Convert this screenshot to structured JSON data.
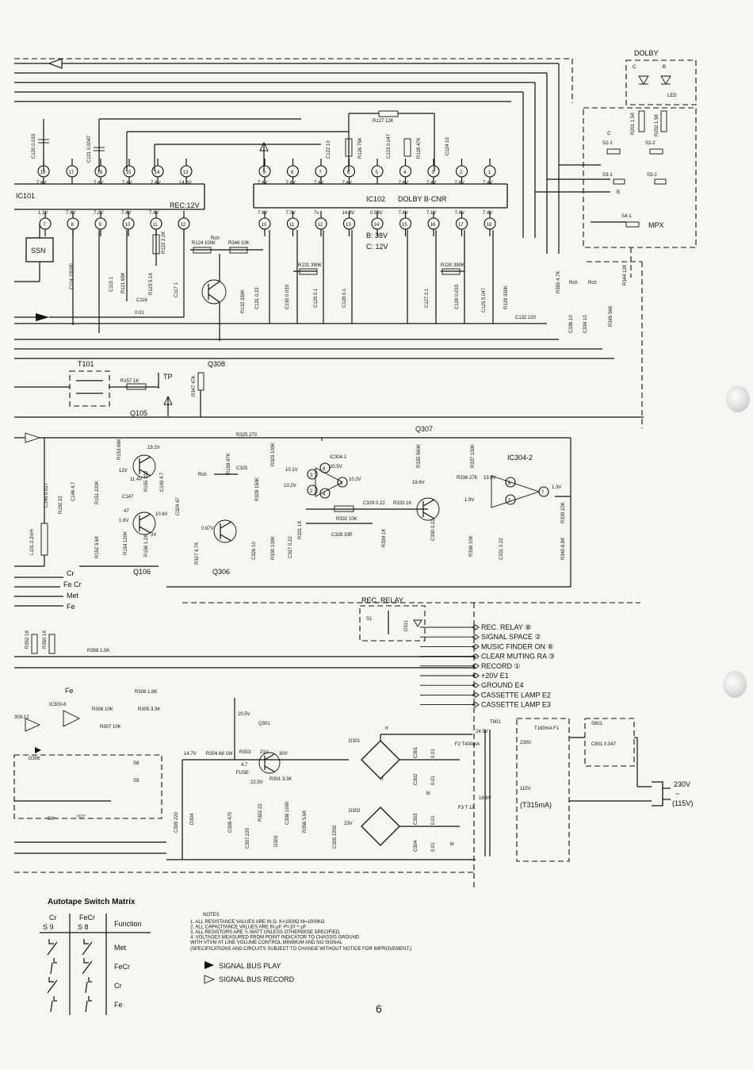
{
  "ic": {
    "ic101": "IC101",
    "ic102": "IC102",
    "ic102_name": "DOLBY B·CNR",
    "ic304_1": "IC304-1",
    "ic304_2": "IC304-2",
    "ic303": "IC303-8"
  },
  "labels": {
    "rec_12v": "REC:12V",
    "b_38v": "B: 38V",
    "c_12v": "C: 12V",
    "ssn": "SSN",
    "rch": "Rch",
    "tp": "TP",
    "t101": "T101",
    "l101": "L101 2.2mH",
    "fe": "Fe",
    "fuse": "FUSE",
    "v20_5": "20.5V",
    "v30": "30V",
    "v21": "21V",
    "v22_5": "22.5V",
    "v14_7": "14.7V"
  },
  "transistors": {
    "q105": "Q105",
    "q106": "Q106",
    "q306": "Q306",
    "q307": "Q307",
    "q308": "Q308",
    "q301": "Q301"
  },
  "ic102_top_pins": [
    "9",
    "8",
    "7",
    "6",
    "5",
    "4",
    "3",
    "2",
    "1"
  ],
  "ic102_top_volts": [
    "7.4V",
    "7.4V",
    "7.4V",
    "7.4V",
    "",
    "7.4V",
    "7.4V",
    "7.4V",
    "7.4V"
  ],
  "ic102_bot_pins": [
    "10",
    "11",
    "12",
    "13",
    "14",
    "15",
    "16",
    "17",
    "18"
  ],
  "ic102_bot_volts": [
    "7.4V",
    "7.3V",
    "7v",
    "14.8V",
    "0.59V",
    "7.4V",
    "7.1V",
    "7.4V",
    "7.4V"
  ],
  "ic101_top_pins": [
    "18",
    "17",
    "16",
    "15",
    "14",
    "13"
  ],
  "ic101_top_volts": [
    "7.4V",
    "",
    "7.4V",
    "7.4V",
    "7.4V",
    "14.8V"
  ],
  "ic101_bot_pins": [
    "7",
    "8",
    "9",
    "10",
    "11",
    "12"
  ],
  "ic101_bot_volts": [
    "1.1V",
    "7.4V",
    "7.2V",
    "7.4V",
    "7.4V",
    ""
  ],
  "components": {
    "r127": "R127 12K",
    "r126": "R126 75K",
    "r128": "R128 47K",
    "c124": "C124 10",
    "r124": "R124 100K",
    "r346": "R346 10K",
    "r131": "R131 390K",
    "r130": "R130 390K",
    "r157": "R157 1K",
    "r325": "R325 270",
    "r332": "R332 10K",
    "r333": "R333 1K",
    "c329": "C329 0.22",
    "c328": "C328 33P",
    "r336": "R336 27K",
    "r358": "R358 1.5K",
    "r306": "R306 10K",
    "r307": "R307 10K",
    "r305": "R305 3.3K",
    "r308": "R308 1.8K",
    "r304": "R304 68 1W",
    "r303": "R303",
    "r301": "R301 3.3K",
    "c132": "C132 220",
    "r355": "R355 4.7K",
    "r344": "R344 12K",
    "r345": "R345 56K",
    "d301": "D301",
    "d302": "D302",
    "d306": "D306",
    "t801": "T801",
    "f1": "T160mA F1",
    "f2": "F2 T400mA",
    "f3": "F3 T 1A",
    "s801": "S801",
    "c801": "C801 0.047",
    "t315": "(T315mA)"
  },
  "switches": {
    "dolby": "DOLBY",
    "c": "C",
    "b": "B",
    "led": "LED",
    "r201": "R201 1.5K",
    "r202": "R202 1.5K",
    "s2_1": "S2-1",
    "s2_2": "S2-2",
    "s3_1": "S3-1",
    "s3_2": "S3-2",
    "s4_1": "S4-1",
    "mpx": "MPX",
    "rch1": "Rch",
    "rch2": "Rch"
  },
  "signal_lines": {
    "cr": "Cr",
    "fecr": "Fe Cr",
    "met": "Met",
    "fe": "Fe"
  },
  "rec_relay": {
    "title": "REC. RELAY",
    "s1": "S1",
    "d311": "D311"
  },
  "connector": [
    "REC. RELAY ⑧",
    "SIGNAL SPACE ②",
    "MUSIC FINDER ON ⑥",
    "CLEAR MUTING RA ③",
    "RECORD ①",
    "+20V E1",
    "GROUND E4",
    "CASSETTE LAMP E2",
    "CASSETTE LAMP E3"
  ],
  "power": {
    "v230": "230V",
    "tilde": "~",
    "v115": "(115V)",
    "v230_in": "230V",
    "v115_in": "115V",
    "v24_5": "24.5V",
    "v18_6": "18.6V",
    "rt": "rt",
    "bl": "bl"
  },
  "notes": {
    "heading": "NOTES",
    "lines": [
      "1. ALL RESISTANCE VALUES ARE IN Ω. K=1000Ω M=1000KΩ",
      "2. ALL CAPACITANCE VALUES ARE IN μF. P=10⁻⁶ μF",
      "3. ALL RESISTORS ARE ¼ WATT UNLESS OTHERWISE SPECIFIED.",
      "4. VOLTAGES MEASURED FROM POINT INDICATOR TO CHASSIS GROUND",
      "   WITH VTVM AT LINE VOLUME CONTROL MINIMUM AND NO SIGNAL"
    ],
    "spec": "(SPECIFICATIONS AND CIRCUITS SUBJECT TO CHANGE WITHOUT NOTICE FOR IMPROVEMENT.)"
  },
  "legend": {
    "play": "SIGNAL BUS PLAY",
    "record": "SIGNAL BUS RECORD"
  },
  "matrix": {
    "title": "Autotape Switch Matrix",
    "col1_top": "Cr",
    "col1_bot": "S 9",
    "col2_top": "FeCr",
    "col2_bot": "S 8",
    "col3": "Function",
    "rows": [
      {
        "s9": "up",
        "s8": "up",
        "fn": "Met"
      },
      {
        "s9": "down",
        "s8": "up",
        "fn": "FeCr"
      },
      {
        "s9": "up",
        "s8": "down",
        "fn": "Cr"
      },
      {
        "s9": "down",
        "s8": "down",
        "fn": "Fe"
      }
    ]
  },
  "page_number": "6"
}
